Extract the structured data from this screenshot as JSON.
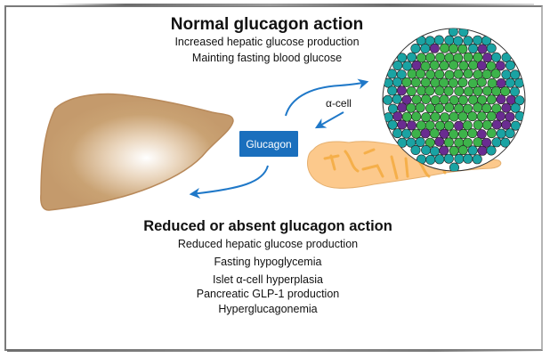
{
  "normal_section": {
    "title": "Normal glucagon action",
    "lines": [
      "Increased hepatic glucose production",
      "Mainting fasting blood glucose"
    ]
  },
  "reduced_section": {
    "title": "Reduced or absent glucagon action",
    "lines": [
      "Reduced hepatic glucose production",
      "Fasting hypoglycemia",
      "Islet α-cell hyperplasia",
      "Pancreatic GLP-1 production",
      "Hyperglucagonemia"
    ]
  },
  "labels": {
    "hormone": "Glucagon",
    "cell": "α-cell"
  },
  "colors": {
    "hormone_box": "#1a6fbd",
    "arrow": "#1f78c8",
    "liver": "#c49a6c",
    "pancreas": "#fcc98c",
    "islet_teal": "#1aa3a3",
    "islet_green": "#3db34a",
    "islet_purple": "#6a2c91"
  },
  "icons": {
    "liver": "liver-illustration",
    "pancreas": "pancreas-illustration",
    "islet": "islet-cell-cluster"
  }
}
